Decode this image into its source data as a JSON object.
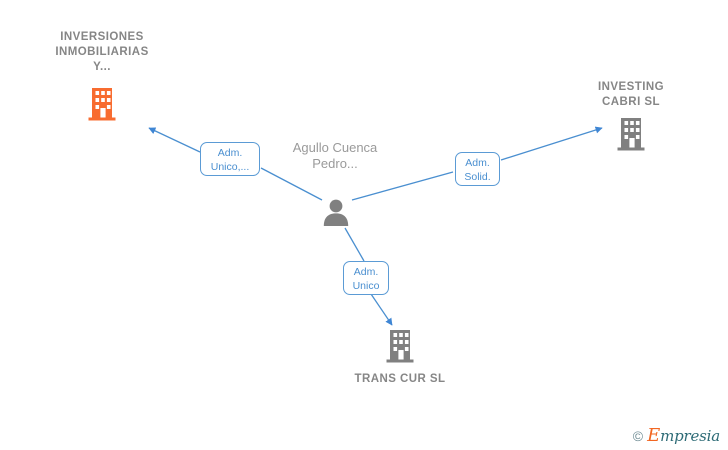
{
  "diagram": {
    "title": "Agullo Cuenca Pedro - relationship graph",
    "colors": {
      "company_orange": "#f86c30",
      "company_gray": "#808080",
      "person_gray": "#808080",
      "edge_blue": "#4a8fd0",
      "label_text": "#868686"
    },
    "person": {
      "name": "Agullo Cuenca\nPedro...",
      "icon": "person-icon"
    },
    "companies": [
      {
        "id": "inversiones",
        "name": "INVERSIONES\nINMOBILIARIAS\nY...",
        "icon": "building-icon",
        "color": "#f86c30",
        "label_position": "above"
      },
      {
        "id": "investing-cabri",
        "name": "INVESTING\nCABRI  SL",
        "icon": "building-icon",
        "color": "#808080",
        "label_position": "above"
      },
      {
        "id": "trans-cur",
        "name": "TRANS CUR SL",
        "icon": "building-icon",
        "color": "#808080",
        "label_position": "below"
      }
    ],
    "edges": [
      {
        "id": "edge-inversiones",
        "from": "person",
        "to": "inversiones",
        "label": "Adm.\nUnico,..."
      },
      {
        "id": "edge-investing-cabri",
        "from": "person",
        "to": "investing-cabri",
        "label": "Adm.\nSolid."
      },
      {
        "id": "edge-trans-cur",
        "from": "person",
        "to": "trans-cur",
        "label": "Adm.\nUnico"
      }
    ]
  },
  "watermark": {
    "copyright": "©",
    "brand_initial": "E",
    "brand_rest": "mpresia"
  }
}
